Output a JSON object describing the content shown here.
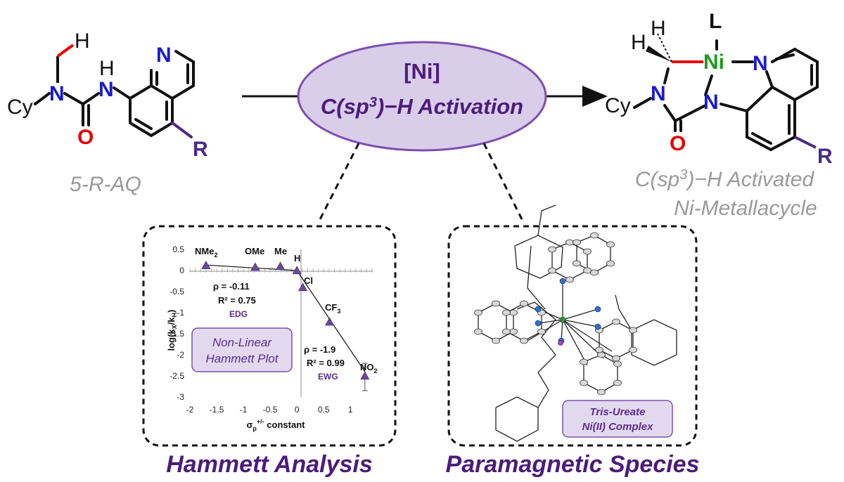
{
  "reactant": {
    "cy": "Cy",
    "n": "N",
    "h": "H",
    "nh_h": "H",
    "o": "O",
    "r": "R",
    "quin_n": "N",
    "label": "5-R-AQ"
  },
  "reaction": {
    "reagent": "[Ni]",
    "title": "C(sp",
    "title_sup": "3",
    "title_tail": ")−H Activation"
  },
  "product": {
    "l": "L",
    "ni": "Ni",
    "h": "H",
    "n": "N",
    "cy": "Cy",
    "o": "O",
    "r": "R",
    "label_line1_pre": "C(sp",
    "label_line1_sup": "3",
    "label_line1_post": ")−H Activated",
    "label_line2": "Ni-Metallacycle"
  },
  "hammett": {
    "section_title": "Hammett Analysis",
    "callout_line1": "Non-Linear",
    "callout_line2": "Hammett Plot",
    "edg_rho": "ρ = -0.11",
    "edg_r2": "R² = 0.75",
    "edg_label": "EDG",
    "ewg_rho": "ρ = -1.9",
    "ewg_r2": "R² = 0.99",
    "ewg_label": "EWG",
    "ylabel": "log(k",
    "ylabel_sub1": "X",
    "ylabel_mid": "/k",
    "ylabel_sub2": "H",
    "ylabel_end": ")",
    "xlabel": "σ",
    "xlabel_sub": "p",
    "xlabel_sup": "+/-",
    "xlabel_end": " constant",
    "point_labels": [
      "NMe",
      "OMe",
      "Me",
      "H",
      "Cl",
      "CF",
      "NO"
    ],
    "point_label_subs": [
      "2",
      "",
      "",
      "",
      "",
      "3",
      "2"
    ]
  },
  "chart_data": {
    "type": "scatter",
    "x": [
      -1.7,
      -0.78,
      -0.31,
      0,
      0.11,
      0.61,
      1.27
    ],
    "y": [
      0.12,
      0.08,
      0.1,
      0.0,
      -0.4,
      -1.22,
      -2.5
    ],
    "point_names": [
      "NMe2",
      "OMe",
      "Me",
      "H",
      "Cl",
      "CF3",
      "NO2"
    ],
    "error_bar": {
      "index": 6,
      "low": -2.85,
      "high": -2.2
    },
    "xticks": [
      "-2",
      "-1.5",
      "-1",
      "-0.5",
      "0",
      "0.5",
      "1"
    ],
    "yticks": [
      "0.5",
      "0",
      "-0.5",
      "-1",
      "-1.5",
      "-2",
      "-2.5",
      "-3"
    ],
    "xlim": [
      -2,
      1.4
    ],
    "ylim": [
      -3,
      0.5
    ],
    "fit_lines": [
      {
        "name": "EDG",
        "x": [
          -1.7,
          0
        ],
        "y": [
          0.13,
          0.0
        ]
      },
      {
        "name": "EWG",
        "x": [
          0,
          1.27
        ],
        "y": [
          0.0,
          -2.4
        ]
      }
    ],
    "marker_color": "#6a4a9c"
  },
  "crystal": {
    "section_title": "Paramagnetic Species",
    "callout_line1": "Tris-Ureate",
    "callout_line2": "Ni(II) Complex"
  },
  "colors": {
    "purple_dark": "#4b1c7a",
    "oval_fill": "#d9cdea",
    "oval_stroke": "#7b4fb0",
    "nitrogen": "#1a1acc",
    "oxygen": "#e60000",
    "nickel": "#1f9a1f",
    "r_group": "#4b2a86"
  }
}
